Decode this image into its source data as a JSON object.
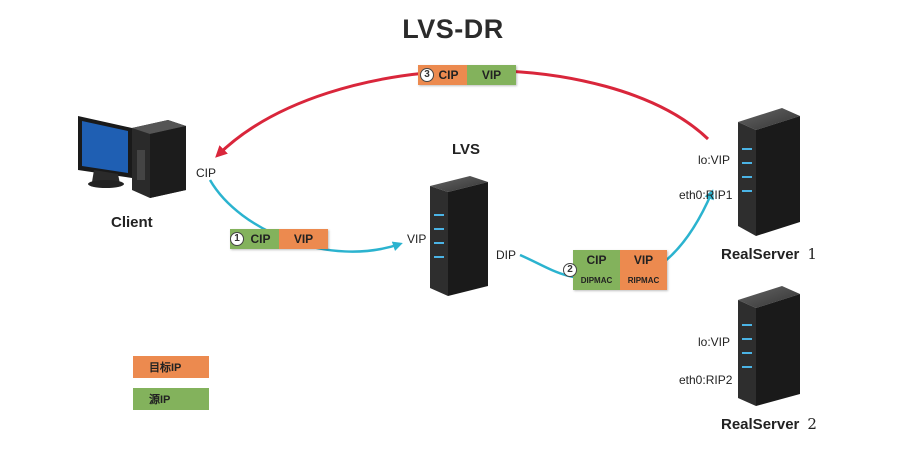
{
  "title": "LVS-DR",
  "nodes": {
    "client": {
      "label": "Client",
      "ip": "CIP"
    },
    "lvs": {
      "label": "LVS",
      "vip": "VIP",
      "dip": "DIP"
    },
    "rs1": {
      "label": "RealServer",
      "num": "1",
      "lo": "lo:VIP",
      "eth": "eth0:RIP1"
    },
    "rs2": {
      "label": "RealServer",
      "num": "2",
      "lo": "lo:VIP",
      "eth": "eth0:RIP2"
    }
  },
  "packets": {
    "p1": {
      "step": "1",
      "src": "CIP",
      "dst": "VIP"
    },
    "p2": {
      "step": "2",
      "src": "CIP",
      "dst": "VIP",
      "src_mac": "DIPMAC",
      "dst_mac": "RIPMAC"
    },
    "p3": {
      "step": "3",
      "src": "CIP",
      "dst": "VIP"
    }
  },
  "legend": {
    "target": "目标IP",
    "source": "源IP"
  },
  "colors": {
    "target": "#ec8a4f",
    "source": "#83b25c",
    "request_arrow": "#2bb3cf",
    "response_arrow": "#d9263b"
  }
}
